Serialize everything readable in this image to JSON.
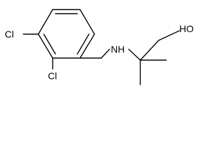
{
  "molecule": {
    "labels": {
      "cl_upper": "Cl",
      "cl_lower": "Cl",
      "nh": "NH",
      "oh": "HO"
    }
  }
}
